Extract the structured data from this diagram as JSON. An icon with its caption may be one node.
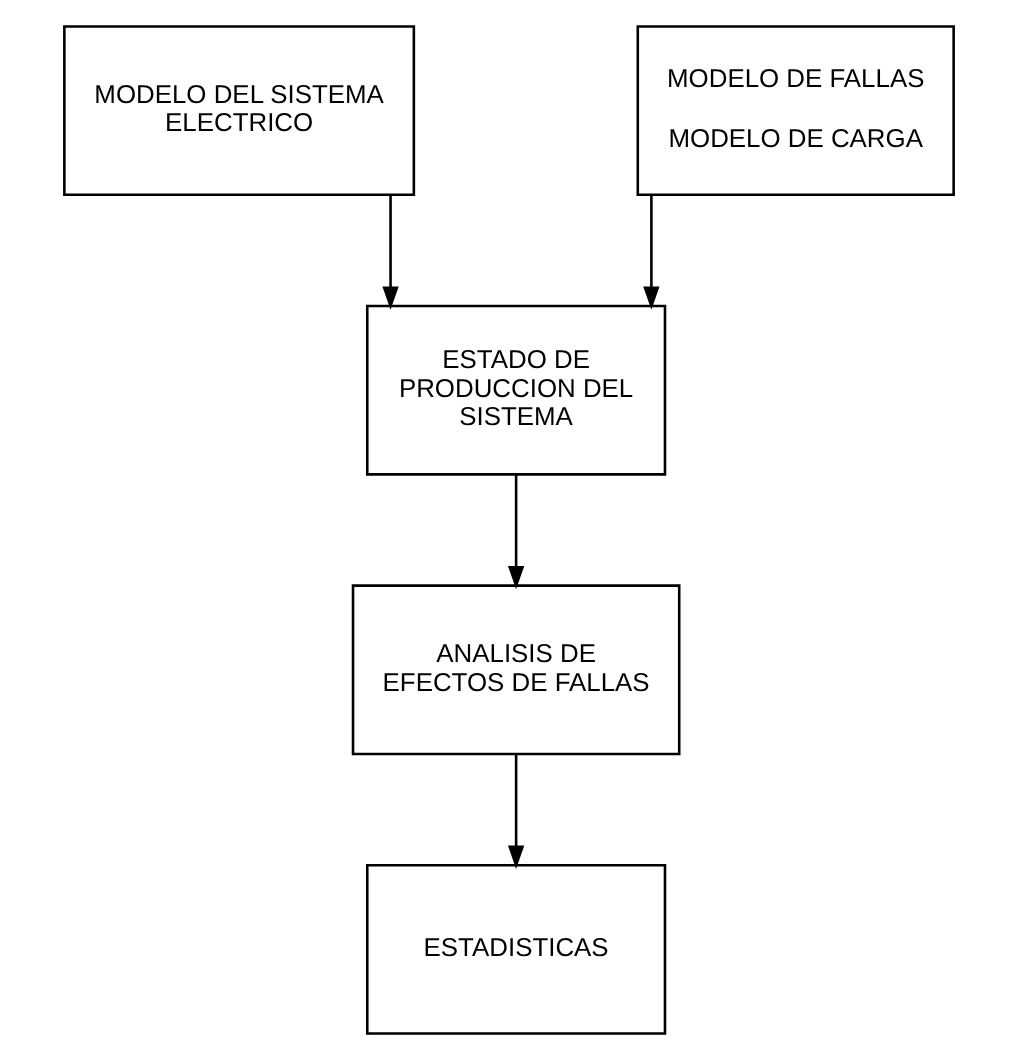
{
  "diagram": {
    "nodes": [
      {
        "text": [
          "MODELO DEL SISTEMA ELECTRICO"
        ]
      },
      {
        "text": [
          "MODELO DE FALLAS",
          "MODELO DE CARGA"
        ]
      },
      {
        "text": [
          "ESTADO DE PRODUCCION DEL SISTEMA"
        ]
      },
      {
        "text": [
          "ANALISIS DE EFECTOS DE FALLAS"
        ]
      },
      {
        "text": [
          "ESTADISTICAS"
        ]
      }
    ],
    "edges": [
      {
        "from": 0,
        "to": 2,
        "arrow": "to"
      },
      {
        "from": 1,
        "to": 2,
        "arrow": "to"
      },
      {
        "from": 2,
        "to": 3,
        "arrow": "to"
      },
      {
        "from": 3,
        "to": 4,
        "arrow": "to"
      }
    ]
  }
}
